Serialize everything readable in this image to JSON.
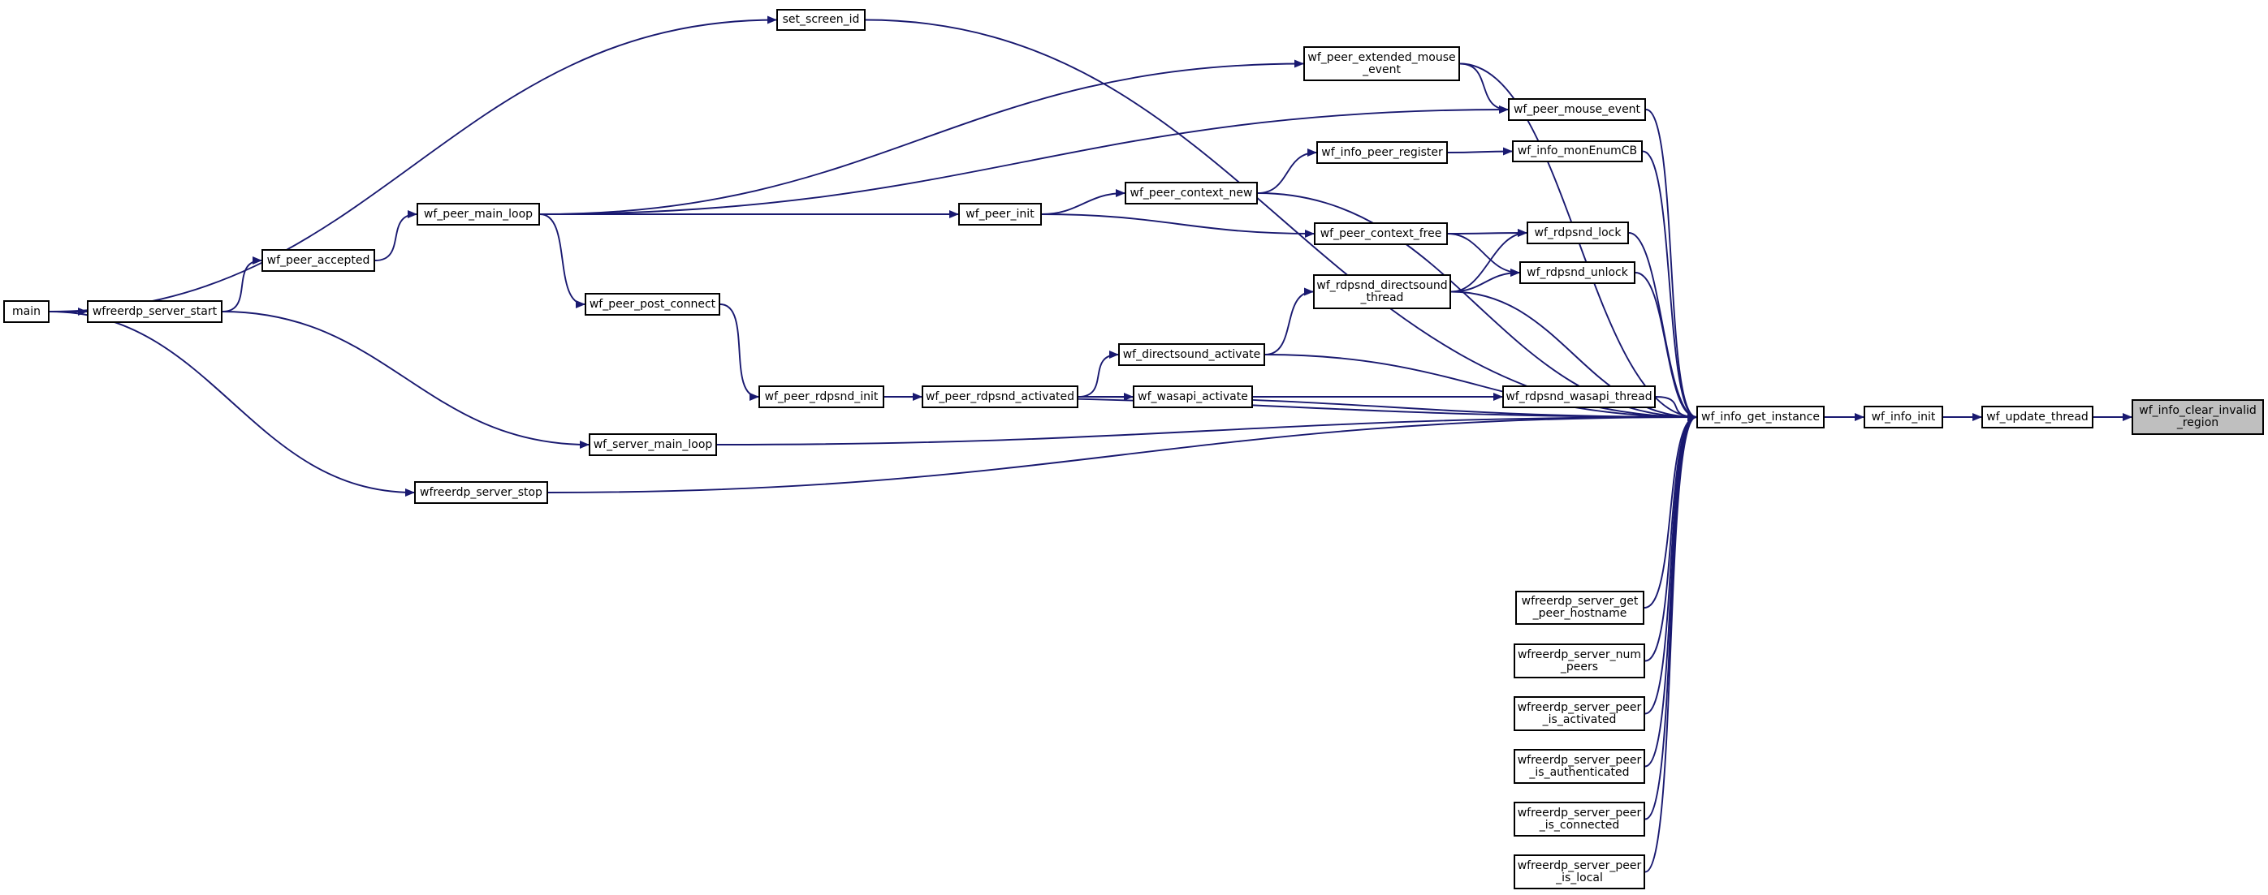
{
  "diagram": {
    "nodes": {
      "main": [
        "main"
      ],
      "wfreerdp_server_start": [
        "wfreerdp_server_start"
      ],
      "wf_peer_accepted": [
        "wf_peer_accepted"
      ],
      "wf_peer_main_loop": [
        "wf_peer_main_loop"
      ],
      "set_screen_id": [
        "set_screen_id"
      ],
      "wf_peer_extended_mouse_event": [
        "wf_peer_extended_mouse",
        "_event"
      ],
      "wf_peer_mouse_event": [
        "wf_peer_mouse_event"
      ],
      "wf_info_peer_register": [
        "wf_info_peer_register"
      ],
      "wf_info_monEnumCB": [
        "wf_info_monEnumCB"
      ],
      "wf_peer_context_new": [
        "wf_peer_context_new"
      ],
      "wf_peer_init": [
        "wf_peer_init"
      ],
      "wf_peer_context_free": [
        "wf_peer_context_free"
      ],
      "wf_rdpsnd_lock": [
        "wf_rdpsnd_lock"
      ],
      "wf_rdpsnd_unlock": [
        "wf_rdpsnd_unlock"
      ],
      "wf_rdpsnd_directsound_thread": [
        "wf_rdpsnd_directsound",
        "_thread"
      ],
      "wf_peer_post_connect": [
        "wf_peer_post_connect"
      ],
      "wf_directsound_activate": [
        "wf_directsound_activate"
      ],
      "wf_peer_rdpsnd_init": [
        "wf_peer_rdpsnd_init"
      ],
      "wf_peer_rdpsnd_activated": [
        "wf_peer_rdpsnd_activated"
      ],
      "wf_wasapi_activate": [
        "wf_wasapi_activate"
      ],
      "wf_rdpsnd_wasapi_thread": [
        "wf_rdpsnd_wasapi_thread"
      ],
      "wf_info_get_instance": [
        "wf_info_get_instance"
      ],
      "wf_info_init": [
        "wf_info_init"
      ],
      "wf_update_thread": [
        "wf_update_thread"
      ],
      "wf_info_clear_invalid_region": [
        "wf_info_clear_invalid",
        "_region"
      ],
      "wf_server_main_loop": [
        "wf_server_main_loop"
      ],
      "wfreerdp_server_stop": [
        "wfreerdp_server_stop"
      ],
      "wfreerdp_server_get_peer_hostname": [
        "wfreerdp_server_get",
        "_peer_hostname"
      ],
      "wfreerdp_server_num_peers": [
        "wfreerdp_server_num",
        "_peers"
      ],
      "wfreerdp_server_peer_is_activated": [
        "wfreerdp_server_peer",
        "_is_activated"
      ],
      "wfreerdp_server_peer_is_authenticated": [
        "wfreerdp_server_peer",
        "_is_authenticated"
      ],
      "wfreerdp_server_peer_is_connected": [
        "wfreerdp_server_peer",
        "_is_connected"
      ],
      "wfreerdp_server_peer_is_local": [
        "wfreerdp_server_peer",
        "_is_local"
      ]
    },
    "edges": [
      [
        "main",
        "set_screen_id"
      ],
      [
        "main",
        "wfreerdp_server_start"
      ],
      [
        "main",
        "wfreerdp_server_stop"
      ],
      [
        "wfreerdp_server_start",
        "wf_peer_accepted"
      ],
      [
        "wfreerdp_server_start",
        "wf_server_main_loop"
      ],
      [
        "wf_peer_accepted",
        "wf_peer_main_loop"
      ],
      [
        "wf_peer_main_loop",
        "wf_peer_extended_mouse_event"
      ],
      [
        "wf_peer_main_loop",
        "wf_peer_mouse_event"
      ],
      [
        "wf_peer_main_loop",
        "wf_peer_init"
      ],
      [
        "wf_peer_main_loop",
        "wf_peer_post_connect"
      ],
      [
        "wf_peer_post_connect",
        "wf_peer_rdpsnd_init"
      ],
      [
        "wf_peer_rdpsnd_init",
        "wf_peer_rdpsnd_activated"
      ],
      [
        "wf_peer_rdpsnd_activated",
        "wf_directsound_activate"
      ],
      [
        "wf_peer_rdpsnd_activated",
        "wf_wasapi_activate"
      ],
      [
        "wf_directsound_activate",
        "wf_rdpsnd_directsound_thread"
      ],
      [
        "wf_rdpsnd_directsound_thread",
        "wf_rdpsnd_lock"
      ],
      [
        "wf_rdpsnd_directsound_thread",
        "wf_rdpsnd_unlock"
      ],
      [
        "wf_wasapi_activate",
        "wf_rdpsnd_wasapi_thread"
      ],
      [
        "wf_peer_init",
        "wf_peer_context_new"
      ],
      [
        "wf_peer_init",
        "wf_peer_context_free"
      ],
      [
        "wf_peer_context_new",
        "wf_info_peer_register"
      ],
      [
        "wf_info_peer_register",
        "wf_info_monEnumCB"
      ],
      [
        "wf_peer_extended_mouse_event",
        "wf_peer_mouse_event"
      ],
      [
        "wf_peer_context_free",
        "wf_rdpsnd_lock"
      ],
      [
        "wf_peer_context_free",
        "wf_rdpsnd_unlock"
      ],
      [
        "wf_rdpsnd_wasapi_thread",
        "wf_info_get_instance"
      ],
      [
        "wf_peer_rdpsnd_activated",
        "wf_info_get_instance"
      ],
      [
        "wf_peer_rdpsnd_init",
        "wf_info_get_instance"
      ],
      [
        "wf_server_main_loop",
        "wf_info_get_instance"
      ],
      [
        "wfreerdp_server_stop",
        "wf_info_get_instance"
      ],
      [
        "set_screen_id",
        "wf_info_get_instance"
      ],
      [
        "wf_peer_extended_mouse_event",
        "wf_info_get_instance"
      ],
      [
        "wf_peer_mouse_event",
        "wf_info_get_instance"
      ],
      [
        "wf_info_monEnumCB",
        "wf_info_get_instance"
      ],
      [
        "wf_peer_context_new",
        "wf_info_get_instance"
      ],
      [
        "wf_rdpsnd_lock",
        "wf_info_get_instance"
      ],
      [
        "wf_rdpsnd_unlock",
        "wf_info_get_instance"
      ],
      [
        "wf_rdpsnd_directsound_thread",
        "wf_info_get_instance"
      ],
      [
        "wf_directsound_activate",
        "wf_info_get_instance"
      ],
      [
        "wfreerdp_server_get_peer_hostname",
        "wf_info_get_instance"
      ],
      [
        "wfreerdp_server_num_peers",
        "wf_info_get_instance"
      ],
      [
        "wfreerdp_server_peer_is_activated",
        "wf_info_get_instance"
      ],
      [
        "wfreerdp_server_peer_is_authenticated",
        "wf_info_get_instance"
      ],
      [
        "wfreerdp_server_peer_is_connected",
        "wf_info_get_instance"
      ],
      [
        "wfreerdp_server_peer_is_local",
        "wf_info_get_instance"
      ],
      [
        "wf_info_get_instance",
        "wf_info_init"
      ],
      [
        "wf_info_init",
        "wf_update_thread"
      ],
      [
        "wf_update_thread",
        "wf_info_clear_invalid_region"
      ]
    ],
    "colors": {
      "edge": "#191970",
      "node_border": "#000000",
      "node_fill": "#ffffff",
      "target_fill": "#bfbfbf"
    }
  }
}
